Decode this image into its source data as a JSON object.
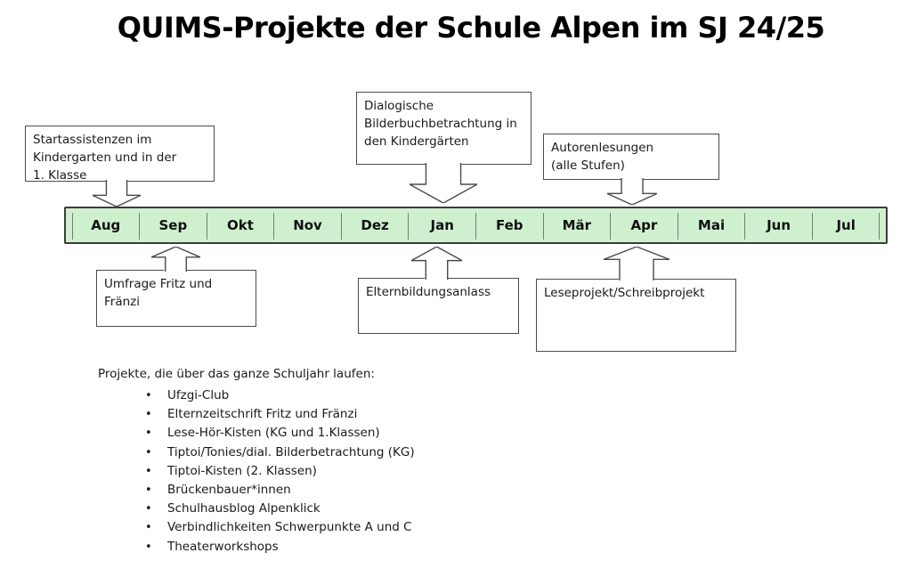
{
  "title": "QUIMS-Projekte der Schule Alpen im SJ 24/25",
  "timeline": {
    "months": [
      "Aug",
      "Sep",
      "Okt",
      "Nov",
      "Dez",
      "Jan",
      "Feb",
      "Mär",
      "Apr",
      "Mai",
      "Jun",
      "Jul"
    ],
    "fill_color": "#cff0cf",
    "border_color": "#3c3c3c"
  },
  "callouts_above": [
    {
      "label": "Startassistenzen im\nKindergarten und in der\n1. Klasse"
    },
    {
      "label": "Dialogische\nBilderbuchbetrachtung in\nden Kindergärten"
    },
    {
      "label": "Autorenlesungen\n(alle Stufen)"
    }
  ],
  "callouts_below": [
    {
      "label": "Umfrage Fritz und\nFränzi"
    },
    {
      "label": "Elternbildungsanlass"
    },
    {
      "label": "Leseprojekt/Schreibprojekt"
    }
  ],
  "year_round": {
    "heading": "Projekte, die über das ganze Schuljahr laufen:",
    "bullet": "•",
    "items": [
      "Ufzgi-Club",
      "Elternzeitschrift Fritz und Fränzi",
      "Lese-Hör-Kisten (KG und 1.Klassen)",
      "Tiptoi/Tonies/dial. Bilderbetrachtung (KG)",
      "Tiptoi-Kisten (2. Klassen)",
      "Brückenbauer*innen",
      "Schulhausblog Alpenklick",
      "Verbindlichkeiten Schwerpunkte A und C",
      "Theaterworkshops"
    ]
  }
}
